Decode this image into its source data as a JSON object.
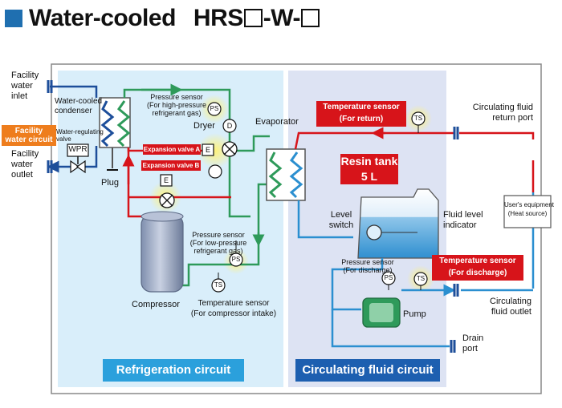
{
  "title": {
    "main": "Water-cooled",
    "model_prefix": "HRS",
    "model_mid": "-W-"
  },
  "labels": {
    "facility_inlet": "Facility\nwater\ninlet",
    "facility_outlet": "Facility\nwater\noutlet",
    "facility_circuit": "Facility\nwater circuit",
    "condenser": "Water-cooled\ncondenser",
    "wr_valve": "Water-regulating\nvalve",
    "wpr": "WPR",
    "plug": "Plug",
    "ps_high": "Pressure sensor\n(For high-pressure\nrefrigerant gas)",
    "dryer": "Dryer",
    "exp_a": "Expansion valve A",
    "exp_b": "Expansion valve B",
    "evaporator": "Evaporator",
    "ps_low": "Pressure sensor\n(For low-pressure\nrefrigerant gas)",
    "compressor": "Compressor",
    "ts_intake": "Temperature sensor\n(For compressor intake)",
    "ts_return": "Temperature sensor\n(For return)",
    "return_port": "Circulating fluid\nreturn port",
    "resin_tank": "Resin tank\n5 L",
    "level_switch": "Level\nswitch",
    "level_indicator": "Fluid level\nindicator",
    "ps_discharge": "Pressure sensor\n(For discharge)",
    "ts_discharge": "Temperature sensor\n(For discharge)",
    "pump": "Pump",
    "users_equipment": "User's equipment\n(Heat source)",
    "outlet": "Circulating\nfluid outlet",
    "drain": "Drain\nport",
    "refrigeration_circuit": "Refrigeration circuit",
    "circulating_circuit": "Circulating fluid circuit",
    "sym_ps": "PS",
    "sym_ts": "TS",
    "sym_d": "D",
    "sym_e": "E"
  },
  "colors": {
    "red": "#d7141a",
    "green": "#2e9a5a",
    "blue": "#2b8fd0",
    "navy": "#1d4e9a",
    "orange": "#ee7d1d",
    "ref_bg": "#d9eefa",
    "circ_bg": "#dde3f3"
  }
}
